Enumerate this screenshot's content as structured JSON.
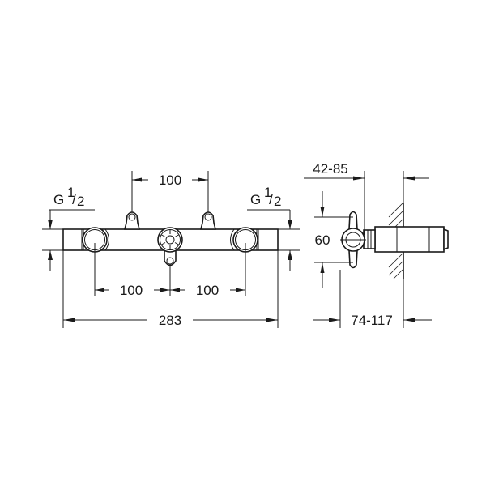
{
  "drawing": {
    "type": "technical dimension drawing",
    "front_view": {
      "thread_left": {
        "base": "G",
        "num": "1",
        "den": "2"
      },
      "thread_right": {
        "base": "G",
        "num": "1",
        "den": "2"
      },
      "dim_top_spacing": "100",
      "dim_bottom_left": "100",
      "dim_bottom_right": "100",
      "dim_overall_length": "283"
    },
    "side_view": {
      "dim_depth_top": "42-85",
      "dim_height": "60",
      "dim_depth_bottom": "74-117"
    },
    "colors": {
      "line": "#1a1a1a",
      "background": "#ffffff"
    }
  }
}
